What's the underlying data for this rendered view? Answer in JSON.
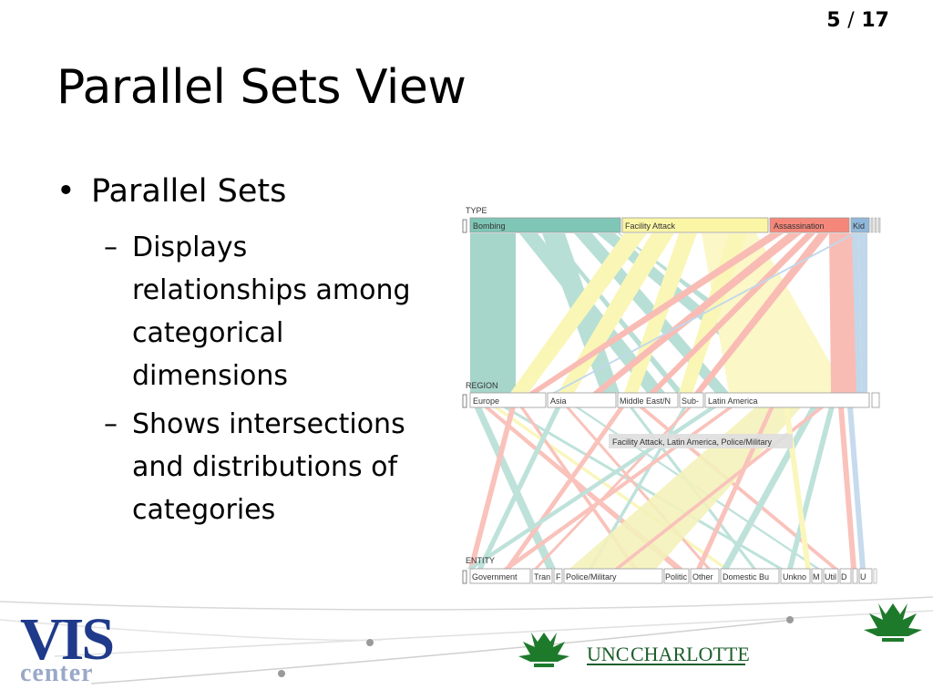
{
  "slide": {
    "page_current": "5",
    "page_separator": "/",
    "page_total": "17",
    "title": "Parallel Sets View"
  },
  "bullets": {
    "main": "Parallel Sets",
    "sub": [
      {
        "lines": [
          "Displays",
          "relationships among",
          "categorical",
          "dimensions"
        ]
      },
      {
        "lines": [
          "Shows intersections",
          "and distributions of",
          "categories"
        ]
      }
    ]
  },
  "figure": {
    "dimensions": [
      {
        "label": "TYPE",
        "categories": [
          "Bombing",
          "Facility Attack",
          "Assassination",
          "Kid"
        ]
      },
      {
        "label": "REGION",
        "categories": [
          "Europe",
          "Asia",
          "Middle East/N",
          "Sub-",
          "Latin America"
        ]
      },
      {
        "label": "ENTITY",
        "categories": [
          "Government",
          "Tran",
          "F",
          "Police/Military",
          "Politic",
          "Other",
          "Domestic Bu",
          "Unkno",
          "M",
          "Util",
          "D",
          "U"
        ]
      }
    ],
    "tooltip": "Facility Attack, Latin America, Police/Military",
    "colors": {
      "bombing": "#7fc6b6",
      "facility_attack": "#fbf6a6",
      "assassination": "#f5877a",
      "kid": "#8fb9dc",
      "bar_border": "#999999"
    }
  },
  "logos": {
    "vis_top": "VIS",
    "vis_bottom": "center",
    "unc_left": "UNC",
    "unc_right": "CHARLOTTE"
  }
}
